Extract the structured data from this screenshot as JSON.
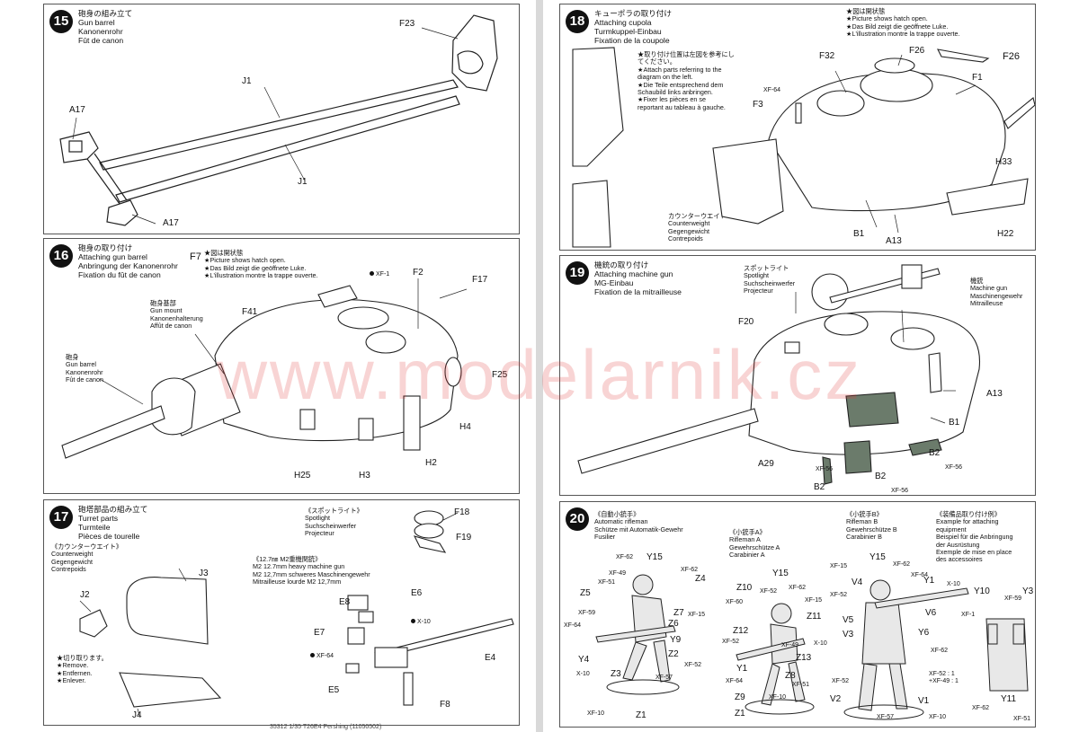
{
  "step15": {
    "num": "15",
    "title": [
      "砲身の組み立て",
      "Gun barrel",
      "Kanonenrohr",
      "Fût de canon"
    ],
    "labels": {
      "f23": "F23",
      "j1a": "J1",
      "j1b": "J1",
      "a17a": "A17",
      "a17b": "A17"
    }
  },
  "step16": {
    "num": "16",
    "title": [
      "砲身の取り付け",
      "Attaching gun barrel",
      "Anbringung der Kanonenrohr",
      "Fixation du fût de canon"
    ],
    "f7": "F7",
    "f7notes": [
      "★図は開状態",
      "★Picture shows hatch open.",
      "★Das Bild zeigt die geöffnete Luke.",
      "★L'illustration montre la trappe ouverte."
    ],
    "mount": [
      "砲身基部",
      "Gun mount",
      "Kanonenhalterung",
      "Affût de canon"
    ],
    "barrel": [
      "砲身",
      "Gun barrel",
      "Kanonenrohr",
      "Fût de canon"
    ],
    "labels": {
      "xf1": "XF-1",
      "f2": "F2",
      "f17": "F17",
      "f41": "F41",
      "f25": "F25",
      "h4": "H4",
      "h25": "H25",
      "h3": "H3",
      "h2": "H2"
    }
  },
  "step17": {
    "num": "17",
    "title": [
      "砲塔部品の組み立て",
      "Turret parts",
      "Turmteile",
      "Pièces de tourelle"
    ],
    "cw": [
      "《カウンターウエイト》",
      "Counterweight",
      "Gegengewicht",
      "Contrepoids"
    ],
    "spot": [
      "《スポットライト》",
      "Spotlight",
      "Suchscheinwerfer",
      "Projecteur"
    ],
    "mg": [
      "《12.7㎜ M2重機関銃》",
      "M2 12.7mm heavy machine gun",
      "M2 12,7mm schweres Maschinengewehr",
      "Mitrailleuse lourde M2 12,7mm"
    ],
    "remove": [
      "★切り取ります。",
      "★Remove.",
      "★Entfernen.",
      "★Enlever."
    ],
    "labels": {
      "j3": "J3",
      "j2": "J2",
      "j4": "J4",
      "f18": "F18",
      "f19": "F19",
      "e8": "E8",
      "e6": "E6",
      "e7": "E7",
      "e4": "E4",
      "e5": "E5",
      "f8": "F8",
      "x10": "X-10",
      "xf64": "XF-64"
    }
  },
  "step18": {
    "num": "18",
    "title": [
      "キューポラの取り付け",
      "Attaching cupola",
      "Turmkuppel-Einbau",
      "Fixation de la coupole"
    ],
    "hatch": [
      "★図は開状態",
      "★Picture shows hatch open.",
      "★Das Bild zeigt die geöffnete Luke.",
      "★L'illustration montre la trappe ouverte."
    ],
    "refer": [
      "★取り付け位置は左図を参考にし",
      "てください。",
      "★Attach parts referring to the",
      "diagram on the left.",
      "★Die Teile entsprechend dem",
      "Schaubild links anbringen.",
      "★Fixer les pièces en se",
      "reportant au tableau à gauche."
    ],
    "cw": [
      "カウンターウエイト",
      "Counterweight",
      "Gegengewicht",
      "Contrepoids"
    ],
    "labels": {
      "f26a": "F26",
      "f26b": "F26",
      "f32": "F32",
      "f1": "F1",
      "xf64": "XF-64",
      "f3": "F3",
      "h33": "H33",
      "b1": "B1",
      "a13": "A13",
      "h22": "H22"
    }
  },
  "step19": {
    "num": "19",
    "title": [
      "機銃の取り付け",
      "Attaching machine gun",
      "MG-Einbau",
      "Fixation de la mitrailleuse"
    ],
    "spot": [
      "スポットライト",
      "Spotlight",
      "Suchscheinwerfer",
      "Projecteur"
    ],
    "mg": [
      "機銃",
      "Machine gun",
      "Maschinengewehr",
      "Mitrailleuse"
    ],
    "labels": {
      "f20": "F20",
      "a13": "A13",
      "b1": "B1",
      "a29": "A29",
      "xf56a": "XF-56",
      "xf56b": "XF-56",
      "xf56c": "XF-56",
      "b2a": "B2",
      "b2b": "B2",
      "b2c": "B2"
    }
  },
  "step20": {
    "num": "20",
    "auto": [
      "《自動小銃手》",
      "Automatic rifleman",
      "Schütze mit Automatik-Gewehr",
      "Fusilier"
    ],
    "ra": [
      "《小銃手A》",
      "Rifleman A",
      "Gewehrschütze A",
      "Carabinier A"
    ],
    "rb": [
      "《小銃手B》",
      "Rifleman B",
      "Gewehrschütze B",
      "Carabinier B"
    ],
    "eq": [
      "《装備品取り付け例》",
      "Example for attaching",
      "equipment",
      "Beispiel für die Anbringung",
      "der Ausrüstung",
      "Exemple de mise en place",
      "des accessoires"
    ],
    "labels": {
      "y15a": "Y15",
      "z4": "Z4",
      "z5": "Z5",
      "z7": "Z7",
      "z6": "Z6",
      "y9": "Y9",
      "z2": "Z2",
      "y4": "Y4",
      "z3": "Z3",
      "z1a": "Z1",
      "z10": "Z10",
      "y15b": "Y15",
      "z11": "Z11",
      "z12": "Z12",
      "z13": "Z13",
      "y1a": "Y1",
      "z8": "Z8",
      "z9": "Z9",
      "z1b": "Z1",
      "y15c": "Y15",
      "v4": "V4",
      "y1b": "Y1",
      "v6": "V6",
      "v5": "V5",
      "v3": "V3",
      "y6": "Y6",
      "v2": "V2",
      "v1": "V1",
      "y10": "Y10",
      "y3": "Y3",
      "y11": "Y11"
    },
    "paints": {
      "p1": "XF-62",
      "p2": "XF-49",
      "p3": "XF-51",
      "p4": "XF-62",
      "p5": "XF-59",
      "p6": "XF-64",
      "p7": "XF-15",
      "p8": "XF-52",
      "p9": "X-10",
      "p10": "XF-57",
      "p11": "XF-10",
      "p12": "XF-60",
      "p13": "XF-52",
      "p14": "XF-62",
      "p15": "XF-15",
      "p16": "XF-52",
      "p17": "XF-49",
      "p18": "X-10",
      "p19": "XF-64",
      "p20": "XF-51",
      "p21": "XF-10",
      "p22": "XF-15",
      "p23": "XF-62",
      "p24": "XF-64",
      "p25": "XF-52",
      "p26": "X-10",
      "p27": "XF-62",
      "p28": "XF-52 : 1",
      "p29": "+XF-49 : 1",
      "p30": "XF-52",
      "p31": "XF-57",
      "p32": "XF-10",
      "p33": "XF-1",
      "p34": "XF-59",
      "p35": "XF-62",
      "p36": "XF-51"
    }
  },
  "watermark": "www.modelarnik.cz",
  "footer": "35312 1/35 T26E4 Pershing (11050502)"
}
